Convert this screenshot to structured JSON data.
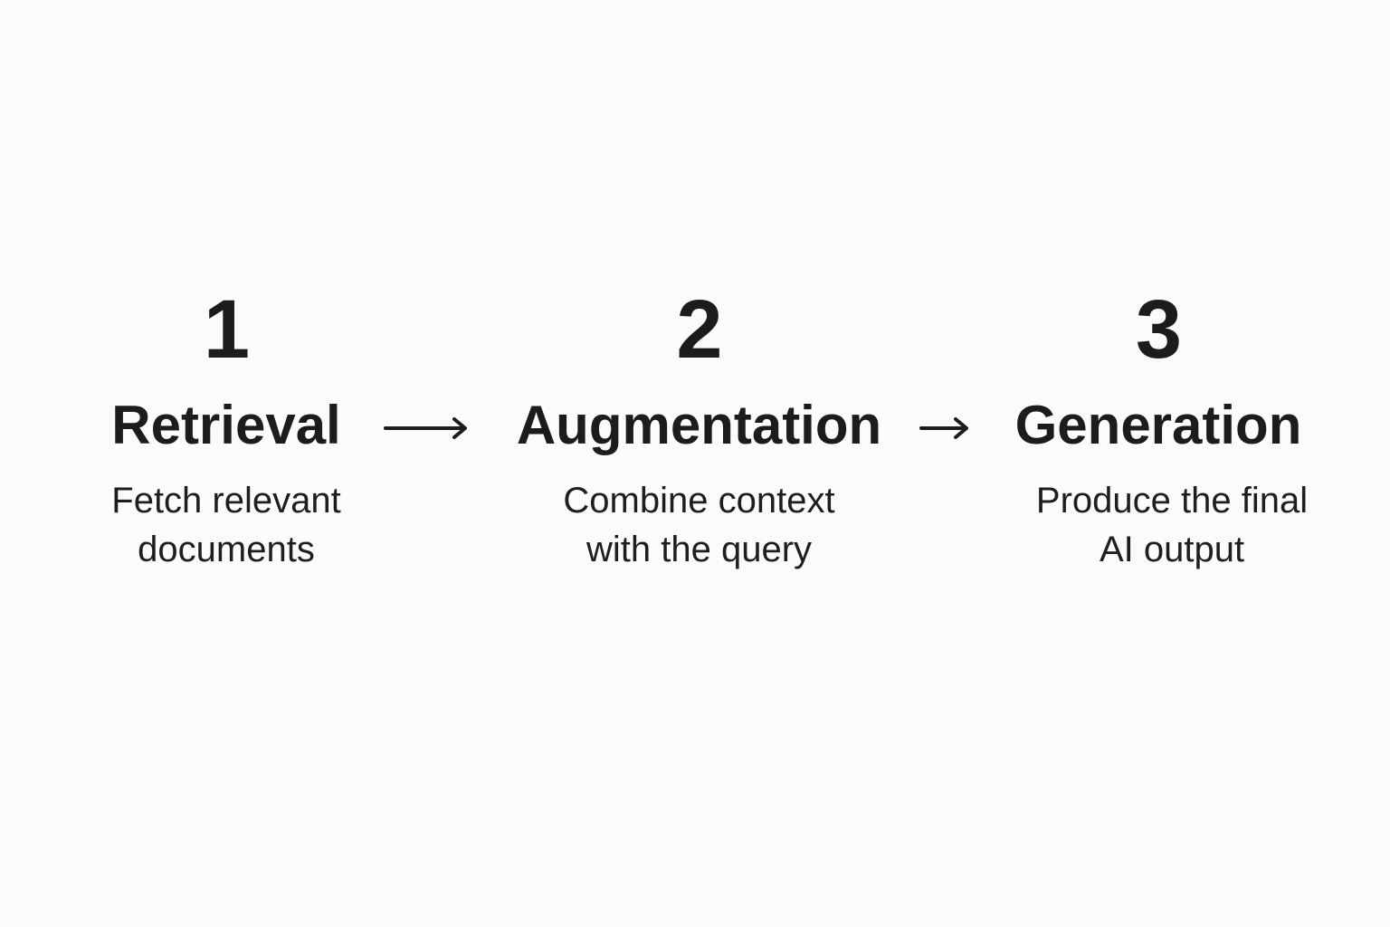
{
  "steps": [
    {
      "number": "1",
      "title": "Retrieval",
      "description": [
        "Fetch relevant",
        "documents"
      ]
    },
    {
      "number": "2",
      "title": "Augmentation",
      "description": [
        "Combine context",
        "with the query"
      ]
    },
    {
      "number": "3",
      "title": "Generation",
      "description": [
        "Produce the final",
        "AI output"
      ]
    }
  ],
  "colors": {
    "background": "#fbfbfb",
    "text": "#1c1c1c"
  },
  "icons": [
    "arrow-right-icon",
    "arrow-right-icon"
  ]
}
